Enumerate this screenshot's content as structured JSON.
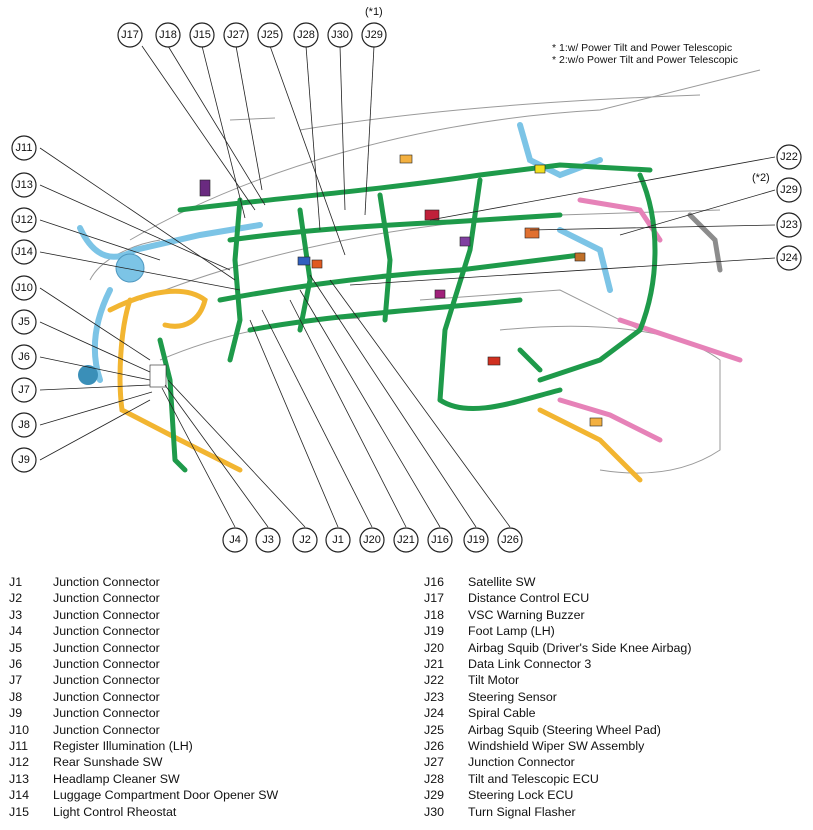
{
  "notes": {
    "note1": "* 1:w/ Power Tilt and Power Telescopic",
    "note2": "* 2:w/o Power Tilt and Power Telescopic",
    "star1": "(*1)",
    "star2": "(*2)"
  },
  "callouts": {
    "J1": "J1",
    "J2": "J2",
    "J3": "J3",
    "J4": "J4",
    "J5": "J5",
    "J6": "J6",
    "J7": "J7",
    "J8": "J8",
    "J9": "J9",
    "J10": "J10",
    "J11": "J11",
    "J12": "J12",
    "J13": "J13",
    "J14": "J14",
    "J15": "J15",
    "J16": "J16",
    "J17": "J17",
    "J18": "J18",
    "J19": "J19",
    "J20": "J20",
    "J21": "J21",
    "J22": "J22",
    "J23": "J23",
    "J24": "J24",
    "J25": "J25",
    "J26": "J26",
    "J27": "J27",
    "J28": "J28",
    "J29": "J29",
    "J29b": "J29",
    "J30": "J30"
  },
  "legend_left": [
    {
      "code": "J1",
      "name": "Junction Connector"
    },
    {
      "code": "J2",
      "name": "Junction Connector"
    },
    {
      "code": "J3",
      "name": "Junction Connector"
    },
    {
      "code": "J4",
      "name": "Junction Connector"
    },
    {
      "code": "J5",
      "name": "Junction Connector"
    },
    {
      "code": "J6",
      "name": "Junction Connector"
    },
    {
      "code": "J7",
      "name": "Junction Connector"
    },
    {
      "code": "J8",
      "name": "Junction Connector"
    },
    {
      "code": "J9",
      "name": "Junction Connector"
    },
    {
      "code": "J10",
      "name": "Junction Connector"
    },
    {
      "code": "J11",
      "name": "Register Illumination (LH)"
    },
    {
      "code": "J12",
      "name": "Rear Sunshade SW"
    },
    {
      "code": "J13",
      "name": "Headlamp Cleaner SW"
    },
    {
      "code": "J14",
      "name": "Luggage Compartment Door Opener SW"
    },
    {
      "code": "J15",
      "name": "Light Control Rheostat"
    }
  ],
  "legend_right": [
    {
      "code": "J16",
      "name": "Satellite SW"
    },
    {
      "code": "J17",
      "name": "Distance Control ECU"
    },
    {
      "code": "J18",
      "name": "VSC Warning Buzzer"
    },
    {
      "code": "J19",
      "name": "Foot Lamp (LH)"
    },
    {
      "code": "J20",
      "name": "Airbag Squib (Driver's Side Knee Airbag)"
    },
    {
      "code": "J21",
      "name": "Data Link Connector 3"
    },
    {
      "code": "J22",
      "name": "Tilt Motor"
    },
    {
      "code": "J23",
      "name": "Steering Sensor"
    },
    {
      "code": "J24",
      "name": "Spiral Cable"
    },
    {
      "code": "J25",
      "name": "Airbag Squib (Steering Wheel Pad)"
    },
    {
      "code": "J26",
      "name": "Windshield Wiper SW Assembly"
    },
    {
      "code": "J27",
      "name": "Junction Connector"
    },
    {
      "code": "J28",
      "name": "Tilt and Telescopic ECU"
    },
    {
      "code": "J29",
      "name": "Steering Lock ECU"
    },
    {
      "code": "J30",
      "name": "Turn Signal Flasher"
    }
  ],
  "colors": {
    "harness_green": "#1e9a4a",
    "harness_blue": "#7cc4e6",
    "harness_yellow": "#f2b531",
    "harness_pink": "#e682b8",
    "harness_gray": "#8c8c8c",
    "outline": "#999999"
  }
}
